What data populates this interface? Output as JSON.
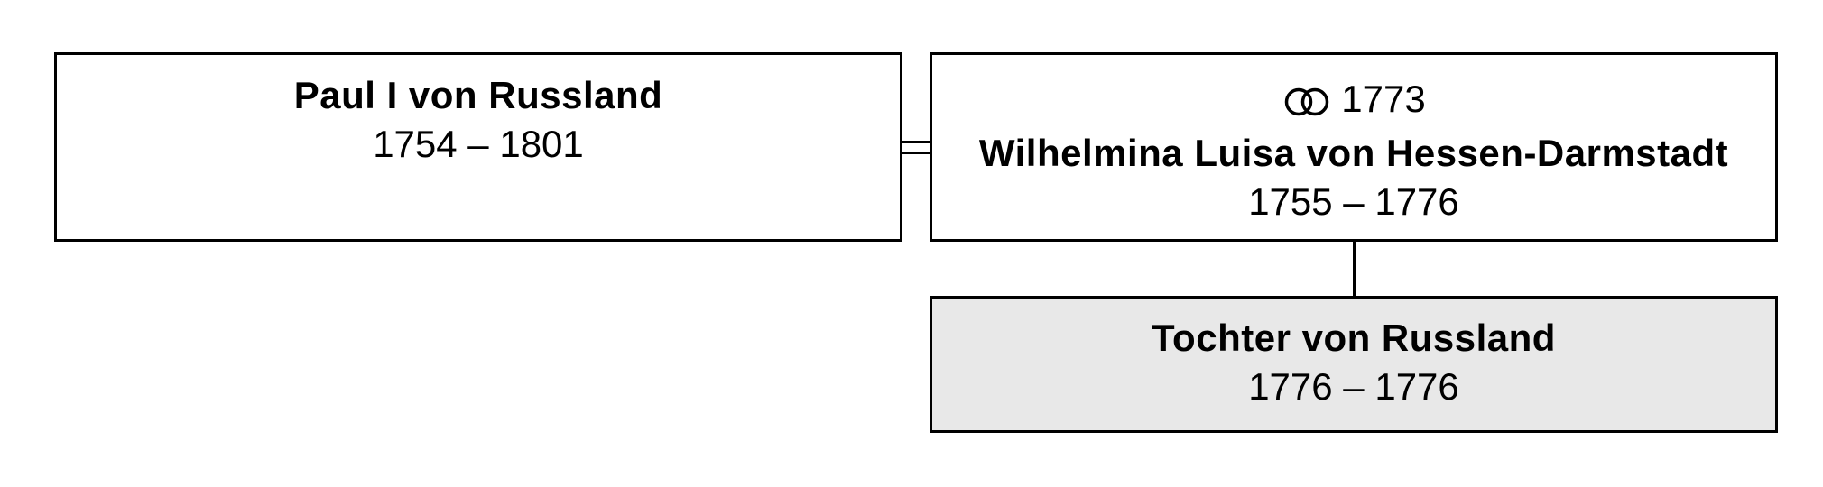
{
  "persons": [
    {
      "name": "Paul I von Russland",
      "dates": "1754 – 1801"
    },
    {
      "marriage_year": "1773",
      "name": "Wilhelmina Luisa von Hessen-Darmstadt",
      "dates": "1755 – 1776"
    },
    {
      "name": "Tochter von Russland",
      "dates": "1776 – 1776"
    }
  ],
  "colors": {
    "border": "#000000",
    "box_fill": "#ffffff",
    "highlight_fill": "#e8e8e8"
  },
  "icons": {
    "marriage": "wedding-rings-icon"
  }
}
